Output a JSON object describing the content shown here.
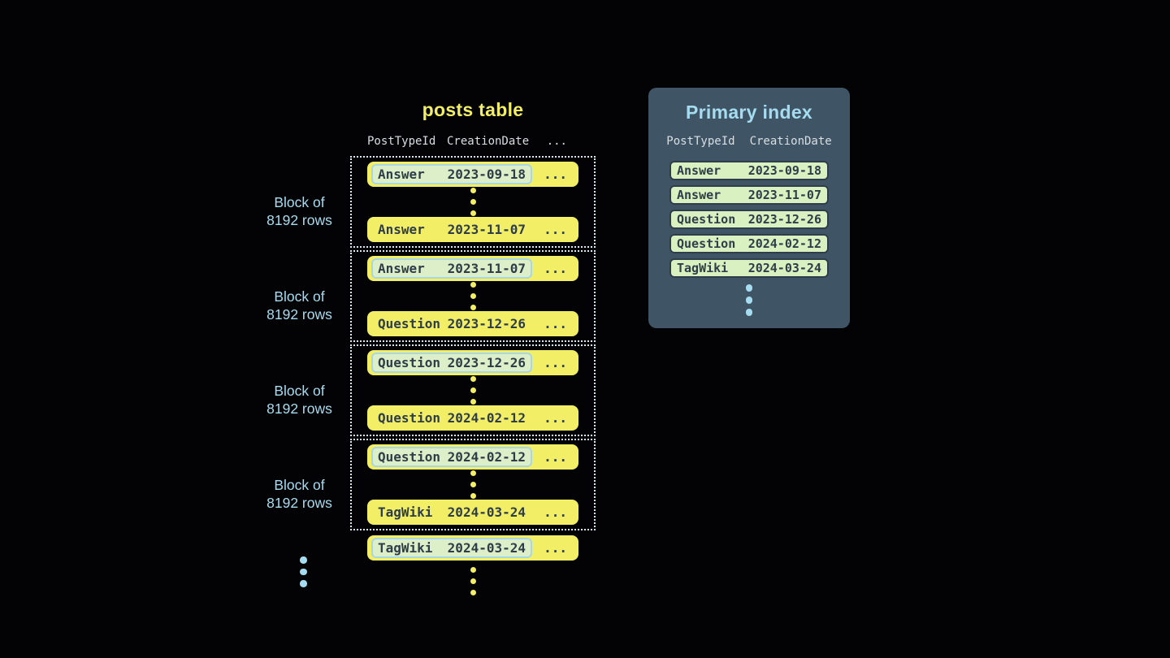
{
  "colors": {
    "accent_yellow": "#f2ee66",
    "dark_text": "#2e3d49",
    "highlight_fill": "#ddefc9",
    "highlight_border": "#a9d6e6",
    "panel_bg": "#3f5565",
    "panel_row_fill": "#d9f0c0",
    "accent_blue": "#a5dcf0",
    "header_text": "#d9dee3",
    "dotted_border": "#d5ecf5",
    "background": "#030306"
  },
  "posts_table": {
    "title": "posts table",
    "columns": [
      "PostTypeId",
      "CreationDate",
      "..."
    ],
    "ellipsis": "...",
    "blocks": [
      {
        "label_line1": "Block of",
        "label_line2": "8192 rows",
        "first": {
          "type": "Answer",
          "date": "2023-09-18"
        },
        "last": {
          "type": "Answer",
          "date": "2023-11-07"
        }
      },
      {
        "label_line1": "Block of",
        "label_line2": "8192 rows",
        "first": {
          "type": "Answer",
          "date": "2023-11-07"
        },
        "last": {
          "type": "Question",
          "date": "2023-12-26"
        }
      },
      {
        "label_line1": "Block of",
        "label_line2": "8192 rows",
        "first": {
          "type": "Question",
          "date": "2023-12-26"
        },
        "last": {
          "type": "Question",
          "date": "2024-02-12"
        }
      },
      {
        "label_line1": "Block of",
        "label_line2": "8192 rows",
        "first": {
          "type": "Question",
          "date": "2024-02-12"
        },
        "last": {
          "type": "TagWiki",
          "date": "2024-03-24"
        }
      }
    ],
    "trailing_row": {
      "type": "TagWiki",
      "date": "2024-03-24"
    }
  },
  "primary_index": {
    "title": "Primary index",
    "columns": [
      "PostTypeId",
      "CreationDate"
    ],
    "rows": [
      {
        "type": "Answer",
        "date": "2023-09-18"
      },
      {
        "type": "Answer",
        "date": "2023-11-07"
      },
      {
        "type": "Question",
        "date": "2023-12-26"
      },
      {
        "type": "Question",
        "date": "2024-02-12"
      },
      {
        "type": "TagWiki",
        "date": "2024-03-24"
      }
    ]
  }
}
